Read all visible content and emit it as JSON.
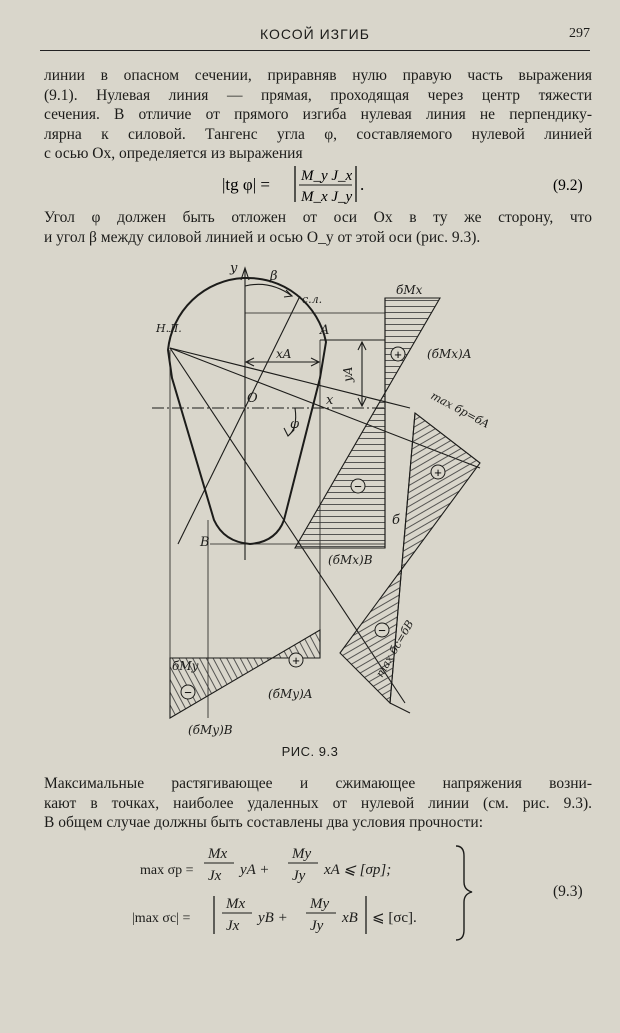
{
  "header": {
    "title": "КОСОЙ ИЗГИБ",
    "page_number": "297"
  },
  "paragraph1": {
    "lines": [
      "линии в опасном сечении, приравняв нулю правую часть выражения",
      "(9.1). Нулевая линия — прямая, проходящая через центр тяжести",
      "сечения. В отличие от прямого изгиба нулевая линия не перпендику-",
      "лярна к силовой. Тангенс угла φ, составляемого нулевой линией",
      "с осью Ox, определяется из выражения"
    ]
  },
  "equation_9_2": {
    "lhs": "|tg φ| =",
    "numerator": "M_y J_x",
    "denominator": "M_x J_y",
    "label": "(9.2)"
  },
  "paragraph2": {
    "lines": [
      "Угол φ должен быть отложен от оси Ox в ту же сторону, что",
      "и угол β между силовой линией и осью O_y от этой оси (рис. 9.3)."
    ]
  },
  "figure": {
    "labels": {
      "y": "y",
      "beta": "β",
      "sl": "с.л.",
      "sigma_mx": "бMx",
      "nl": "Н.Л.",
      "a": "A",
      "sigma_mx_a": "(бMx)A",
      "xa": "xA",
      "ya": "yA",
      "o": "O",
      "x": "x",
      "phi": "φ",
      "max_sp": "max бр=бA",
      "sigma": "б",
      "b": "B",
      "sigma_mx_b": "(бMx)B",
      "sigma_my": "бMy",
      "sigma_my_a": "(бMy)A",
      "sigma_my_b": "(бMy)B",
      "max_sc": "max бс=бB",
      "plus": "+",
      "minus": "−"
    },
    "caption": "РИС. 9.3"
  },
  "paragraph3": {
    "lines": [
      "Максимальные растягивающее и сжимающее напряжения возни-",
      "кают в точках, наиболее удаленных от нулевой линии (см. рис. 9.3).",
      "В общем случае должны быть составлены два условия прочности:"
    ]
  },
  "equation_9_3": {
    "row1_lhs": "max σp =",
    "row1_term1_num": "Mx",
    "row1_term1_den": "Jx",
    "row1_term1_var": "yA +",
    "row1_term2_num": "My",
    "row1_term2_den": "Jy",
    "row1_term2_var": "xA ⩽ [σp];",
    "row2_lhs": "|max σc| =",
    "row2_term1_num": "Mx",
    "row2_term1_den": "Jx",
    "row2_term1_var": "yB +",
    "row2_term2_num": "My",
    "row2_term2_den": "Jy",
    "row2_term2_var": "xB",
    "row2_rhs": "⩽ [σc].",
    "label": "(9.3)"
  }
}
